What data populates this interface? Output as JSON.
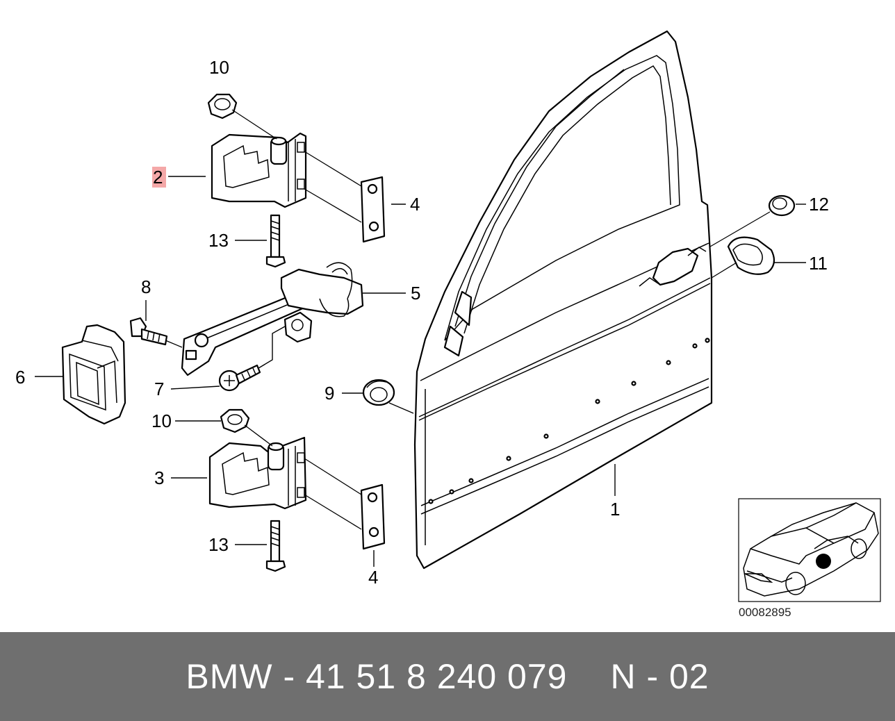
{
  "callouts": {
    "c1": "1",
    "c2": "2",
    "c3": "3",
    "c4a": "4",
    "c4b": "4",
    "c5": "5",
    "c6": "6",
    "c7": "7",
    "c8": "8",
    "c9": "9",
    "c10a": "10",
    "c10b": "10",
    "c11": "11",
    "c12": "12",
    "c13a": "13",
    "c13b": "13"
  },
  "highlight_color": "#f4a8a8",
  "reference_number": "00082895",
  "footer": {
    "part_number": "BMW - 41 51 8 240 079",
    "position": "N - 02",
    "background": "#6f6f6f"
  }
}
